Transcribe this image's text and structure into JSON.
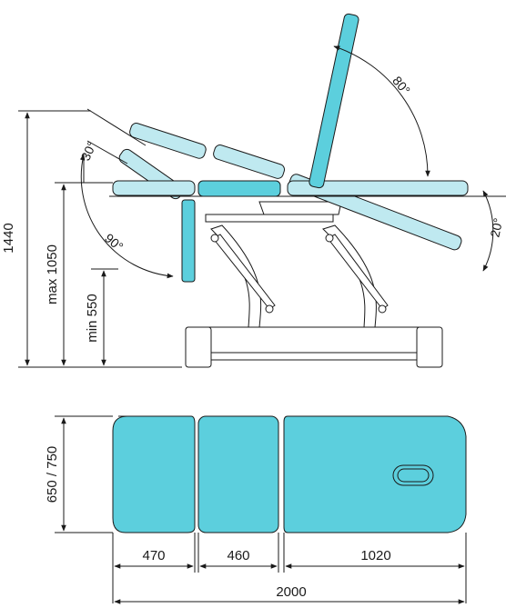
{
  "side_view": {
    "heights": [
      "1440",
      "max 1050",
      "min 550"
    ],
    "angles": [
      "80°",
      "30°",
      "90°",
      "20°"
    ]
  },
  "top_view": {
    "width_label": "650 / 750",
    "section_lengths": [
      "470",
      "460",
      "1020"
    ],
    "total_length": "2000"
  },
  "colors": {
    "cushion": "#5ccfdd",
    "cushion_light": "#bfe9f0",
    "frame": "#ffffff",
    "line": "#1a1a1a"
  }
}
